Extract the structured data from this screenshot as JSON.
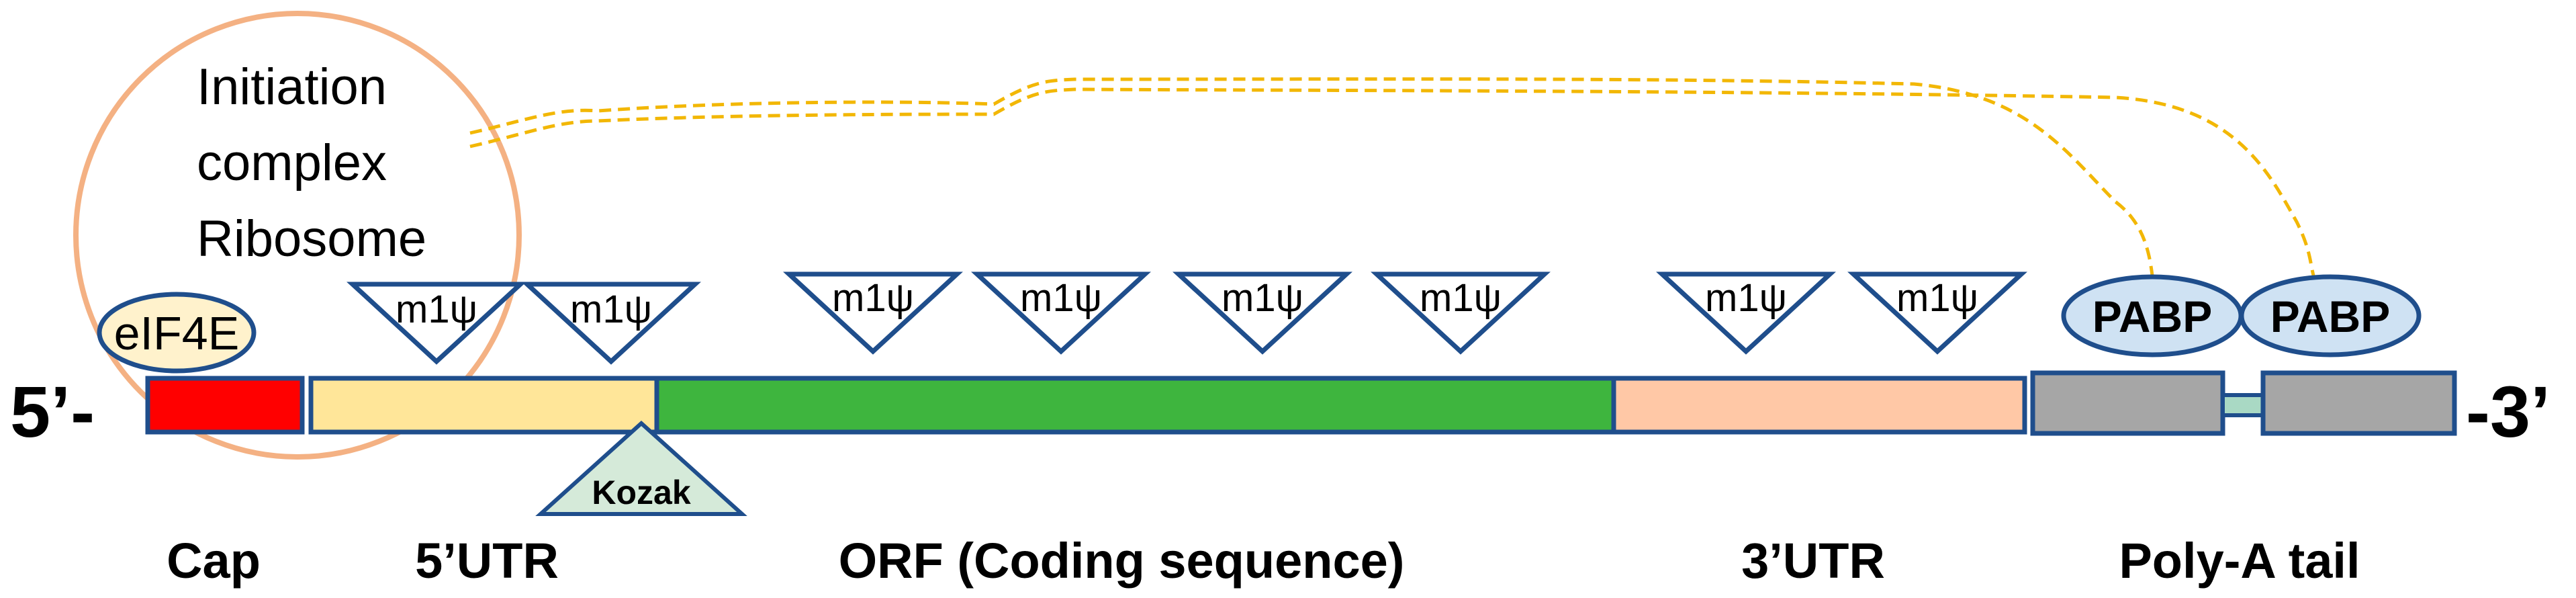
{
  "ends": {
    "five_prime": "5’-",
    "three_prime": "-3’"
  },
  "initiation": {
    "line1": "Initiation",
    "line2": "complex",
    "line3": "Ribosome"
  },
  "cap_protein": "eIF4E",
  "kozak": "Kozak",
  "modification_label": "m1ψ",
  "pabp_label": "PABP",
  "regions": {
    "cap": "Cap",
    "utr5": "5’UTR",
    "orf": "ORF (Coding sequence)",
    "utr3": "3’UTR",
    "polya": "Poly-A tail"
  },
  "colors": {
    "cap": "#ff0000",
    "utr5": "#ffe699",
    "orf": "#3eb53e",
    "utr3": "#ffc8a6",
    "polya": "#a6a6a6",
    "linker": "#a9d9c4",
    "outline": "#1f4e8c",
    "eif4e_fill": "#fff2cc",
    "pabp_fill": "#cfe2f3",
    "kozak_fill": "#d5ead9",
    "circle": "#f4b183",
    "dashed_line": "#f2b705"
  }
}
